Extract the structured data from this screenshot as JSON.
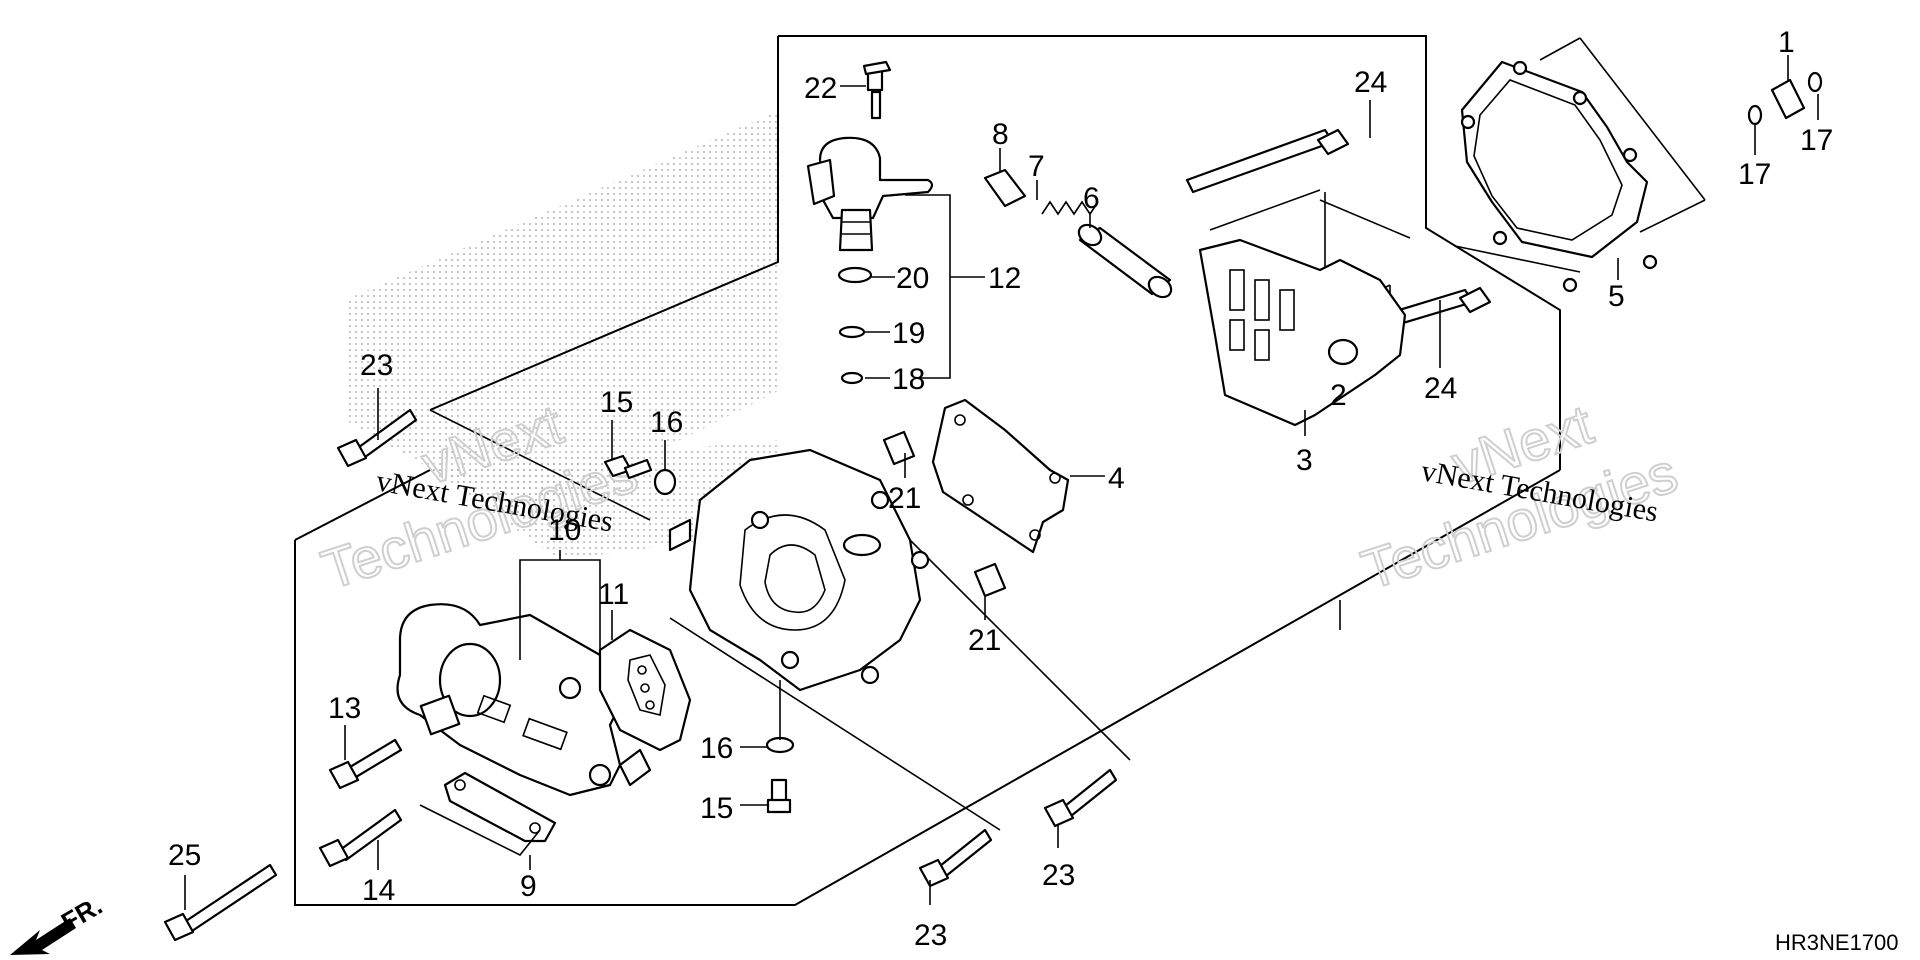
{
  "diagram": {
    "code": "HR3NE1700",
    "front_marker": "FR.",
    "watermarks": [
      {
        "big": "vNext",
        "big2": "Technologies",
        "small": "vNext Technologies"
      },
      {
        "big": "vNext",
        "big2": "Technologies",
        "small": "vNext Technologies"
      }
    ],
    "part_numbers": {
      "p1": "1",
      "p2": "2",
      "p3": "3",
      "p4": "4",
      "p5": "5",
      "p6": "6",
      "p7": "7",
      "p8": "8",
      "p9": "9",
      "p10": "10",
      "p11": "11",
      "p12": "12",
      "p13": "13",
      "p14": "14",
      "p15a": "15",
      "p15b": "15",
      "p16a": "16",
      "p16b": "16",
      "p17a": "17",
      "p17b": "17",
      "p18": "18",
      "p19": "19",
      "p20": "20",
      "p21a": "21",
      "p21b": "21",
      "p22": "22",
      "p23a": "23",
      "p23b": "23",
      "p23c": "23",
      "p24a": "24",
      "p24b": "24",
      "p25": "25"
    }
  }
}
